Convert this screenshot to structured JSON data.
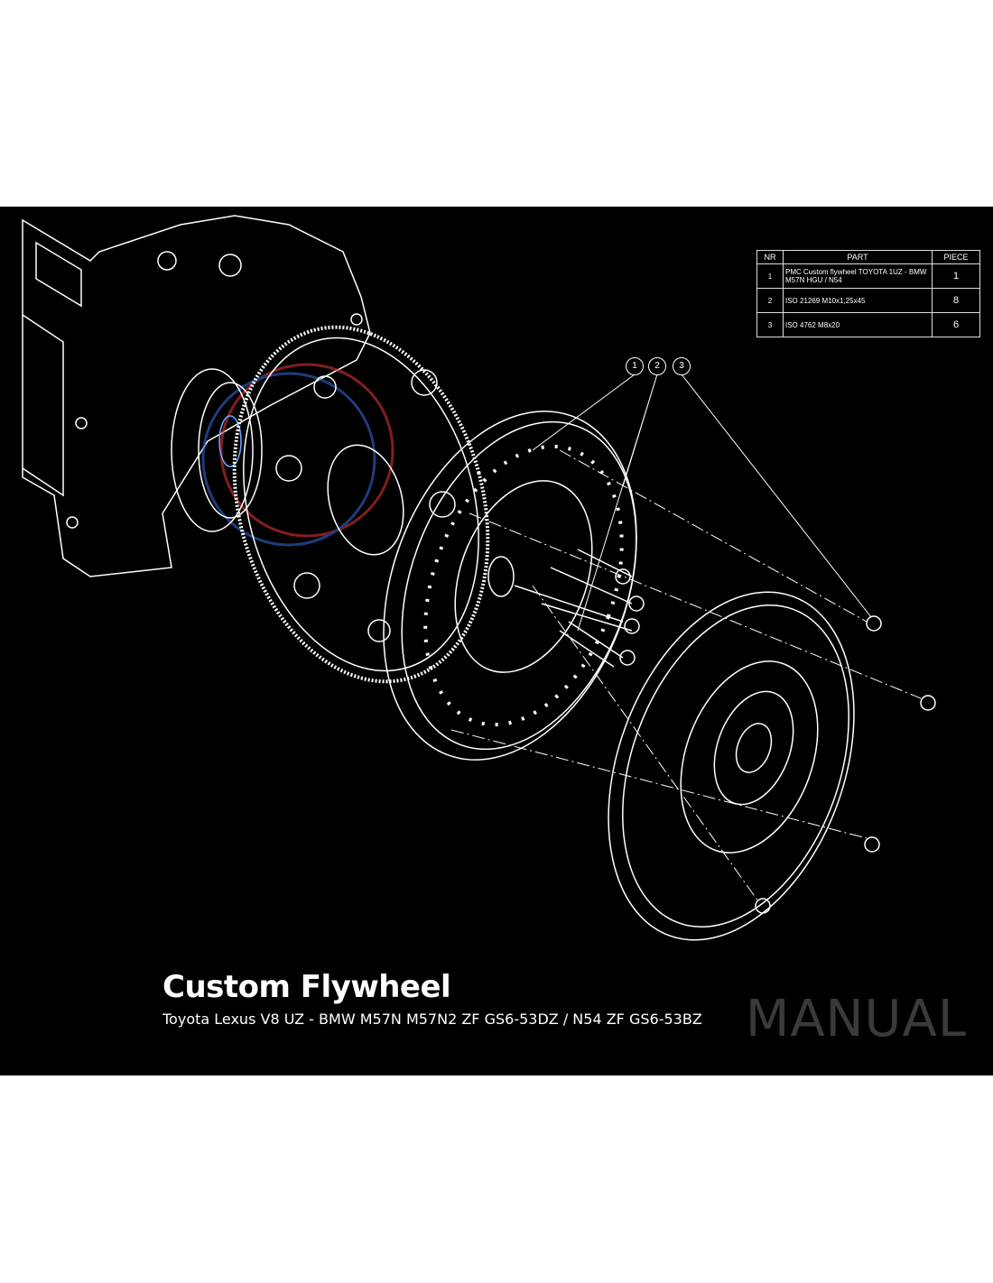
{
  "table": {
    "headers": [
      "NR",
      "PART",
      "PIECE"
    ],
    "rows": [
      {
        "nr": "1",
        "part": "PMC Custom flywheel TOYOTA 1UZ - BMW M57N HGU / N54",
        "piece": "1"
      },
      {
        "nr": "2",
        "part": "ISO 21269 M10x1,25x45",
        "piece": "8"
      },
      {
        "nr": "3",
        "part": "ISO 4762 M8x20",
        "piece": "6"
      }
    ]
  },
  "callouts": [
    "1",
    "2",
    "3"
  ],
  "title": "Custom Flywheel",
  "subtitle": "Toyota Lexus V8 UZ - BMW M57N M57N2 ZF GS6-53DZ / N54 ZF GS6-53BZ",
  "watermark": "MANUAL"
}
